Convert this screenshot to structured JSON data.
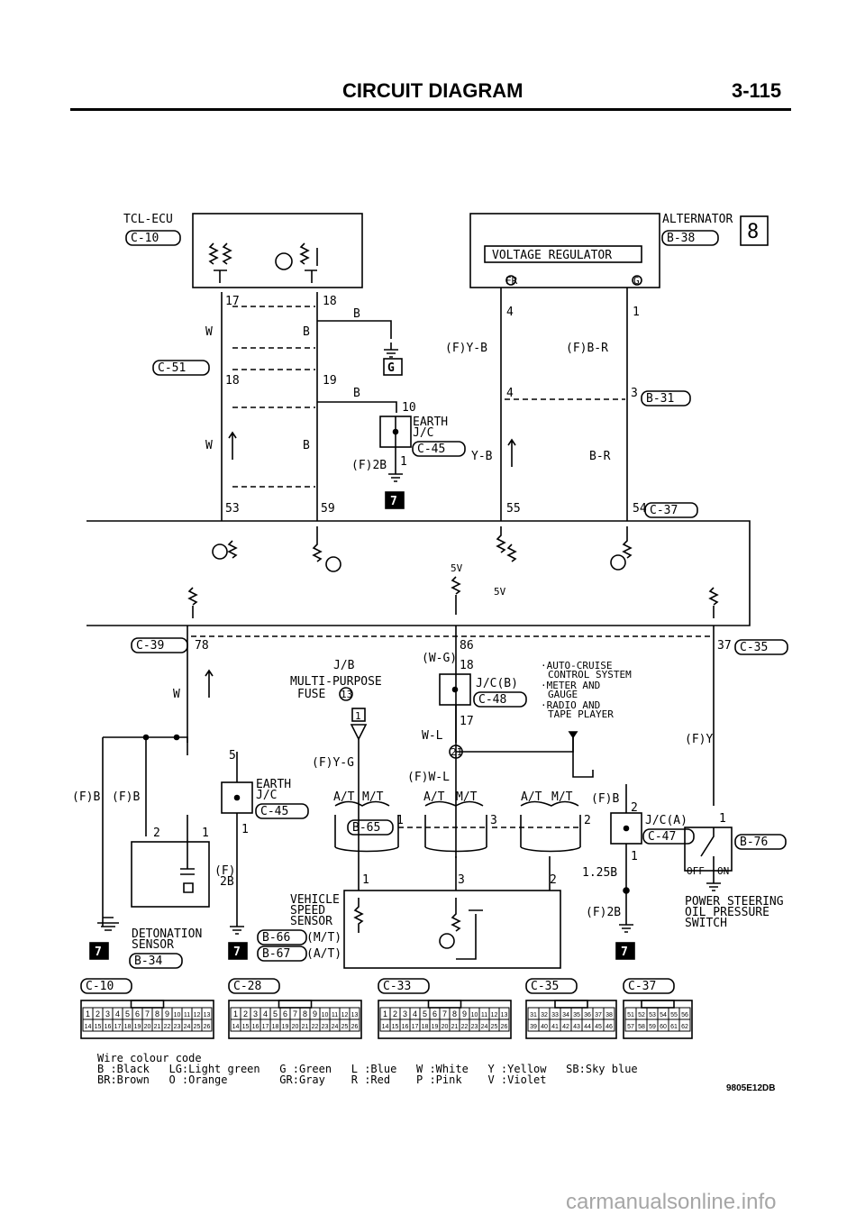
{
  "header": {
    "title": "CIRCUIT DIAGRAM",
    "page": "3-115"
  },
  "top": {
    "tcl_ecu": "TCL-ECU",
    "tcl_ecu_conn": "C-10",
    "alternator": "ALTERNATOR",
    "alternator_conn": "B-38",
    "alternator_badge": "8",
    "voltage_regulator": "VOLTAGE REGULATOR",
    "fr": "FR",
    "g": "G",
    "pin17": "17",
    "pin18": "18",
    "wire_w1": "W",
    "wire_b1": "B",
    "wire_b_top": "B",
    "badge_g": "G",
    "c51": "C-51",
    "pin18b": "18",
    "pin19": "19",
    "wire_b2": "B",
    "pin10": "10",
    "earth": "EARTH",
    "jc": "J/C",
    "c45": "C-45",
    "f2b": "(F)2B",
    "pin1": "1",
    "wire_w2": "W",
    "wire_b3": "B",
    "badge7a": "7",
    "pin53": "53",
    "pin59": "59",
    "pin4": "4",
    "pin1r": "1",
    "fyb": "(F)Y-B",
    "fbr": "(F)B-R",
    "pin4b": "4",
    "pin3": "3",
    "b31": "B-31",
    "yb": "Y-B",
    "br": "B-R",
    "pin55": "55",
    "pin54": "54",
    "c37": "C-37"
  },
  "ecu": {
    "v5a": "5V",
    "v5b": "5V"
  },
  "bottom": {
    "c39": "C-39",
    "pin78": "78",
    "wire_w": "W",
    "fb1": "(F)B",
    "fb2": "(F)B",
    "pin2": "2",
    "pin1": "1",
    "det1": "DETONATION",
    "det2": "SENSOR",
    "b34": "B-34",
    "badge7b": "7",
    "pin5": "5",
    "earth": "EARTH",
    "jc": "J/C",
    "c45": "C-45",
    "pin1e": "1",
    "f": "(F)",
    "b2": "2B",
    "badge7c": "7",
    "jb": "J/B",
    "mpf1": "MULTI-PURPOSE",
    "mpf2": "FUSE",
    "fuse13": "13",
    "fuse_box": "1",
    "fyg": "(F)Y-G",
    "wg": "(W-G)",
    "pin86": "86",
    "pin18": "18",
    "jcb": "J/C(B)",
    "c48": "C-48",
    "wl": "W-L",
    "pin17": "17",
    "n21": "21",
    "fwl": "(F)W-L",
    "cruise1": "·AUTO-CRUISE",
    "cruise2": "CONTROL SYSTEM",
    "meter1": "·METER AND",
    "meter2": "GAUGE",
    "radio1": "·RADIO AND",
    "radio2": "TAPE PLAYER",
    "pin37": "37",
    "c35": "C-35",
    "fy": "(F)Y",
    "at1": "A/T",
    "mt1": "M/T",
    "at2": "A/T",
    "mt2": "M/T",
    "at3": "A/T",
    "mt3": "M/T",
    "b65": "B-65",
    "p1": "1",
    "p3": "3",
    "p2": "2",
    "p1b": "1",
    "p3b": "3",
    "p2b": "2",
    "fb3": "(F)B",
    "p2c": "2",
    "jca": "J/C(A)",
    "c47": "C-47",
    "p1c": "1",
    "b125": "1.25B",
    "f2b": "(F)2B",
    "badge7d": "7",
    "p1d": "1",
    "b76": "B-76",
    "off": "OFF",
    "on": "ON",
    "ps1": "POWER STEERING",
    "ps2": "OIL PRESSURE",
    "ps3": "SWITCH",
    "vss1": "VEHICLE",
    "vss2": "SPEED",
    "vss3": "SENSOR",
    "b66": "B-66",
    "mt_note": "(M/T)",
    "b67": "B-67",
    "at_note": "(A/T)"
  },
  "connectors": {
    "c10": {
      "label": "C-10",
      "row1": [
        "1",
        "2",
        "3",
        "4",
        "5",
        "6",
        "7",
        "8",
        "9",
        "10",
        "11",
        "12",
        "13"
      ],
      "row2": [
        "14",
        "15",
        "16",
        "17",
        "18",
        "19",
        "20",
        "21",
        "22",
        "23",
        "24",
        "25",
        "26"
      ]
    },
    "c28": {
      "label": "C-28",
      "row1": [
        "1",
        "2",
        "3",
        "4",
        "5",
        "6",
        "7",
        "8",
        "9",
        "10",
        "11",
        "12",
        "13"
      ],
      "row2": [
        "14",
        "15",
        "16",
        "17",
        "18",
        "19",
        "20",
        "21",
        "22",
        "23",
        "24",
        "25",
        "26"
      ]
    },
    "c33": {
      "label": "C-33",
      "row1": [
        "1",
        "2",
        "3",
        "4",
        "5",
        "6",
        "7",
        "8",
        "9",
        "10",
        "11",
        "12",
        "13"
      ],
      "row2": [
        "14",
        "15",
        "16",
        "17",
        "18",
        "19",
        "20",
        "21",
        "22",
        "23",
        "24",
        "25",
        "26"
      ]
    },
    "c35": {
      "label": "C-35",
      "row1": [
        "31",
        "32",
        "33",
        "34",
        "35",
        "36",
        "37",
        "38"
      ],
      "row2": [
        "39",
        "40",
        "41",
        "42",
        "43",
        "44",
        "45",
        "46"
      ]
    },
    "c37": {
      "label": "C-37",
      "row1": [
        "51",
        "52",
        "53",
        "54",
        "55",
        "56"
      ],
      "row2": [
        "57",
        "58",
        "59",
        "60",
        "61",
        "62"
      ]
    }
  },
  "legend": {
    "title": "Wire colour code",
    "row1": "B :Black   LG:Light green   G :Green   L :Blue   W :White   Y :Yellow   SB:Sky blue",
    "row2": "BR:Brown   O :Orange        GR:Gray    R :Red    P :Pink    V :Violet"
  },
  "figure_code": "9805E12DB",
  "watermark": "carmanualsonline.info"
}
